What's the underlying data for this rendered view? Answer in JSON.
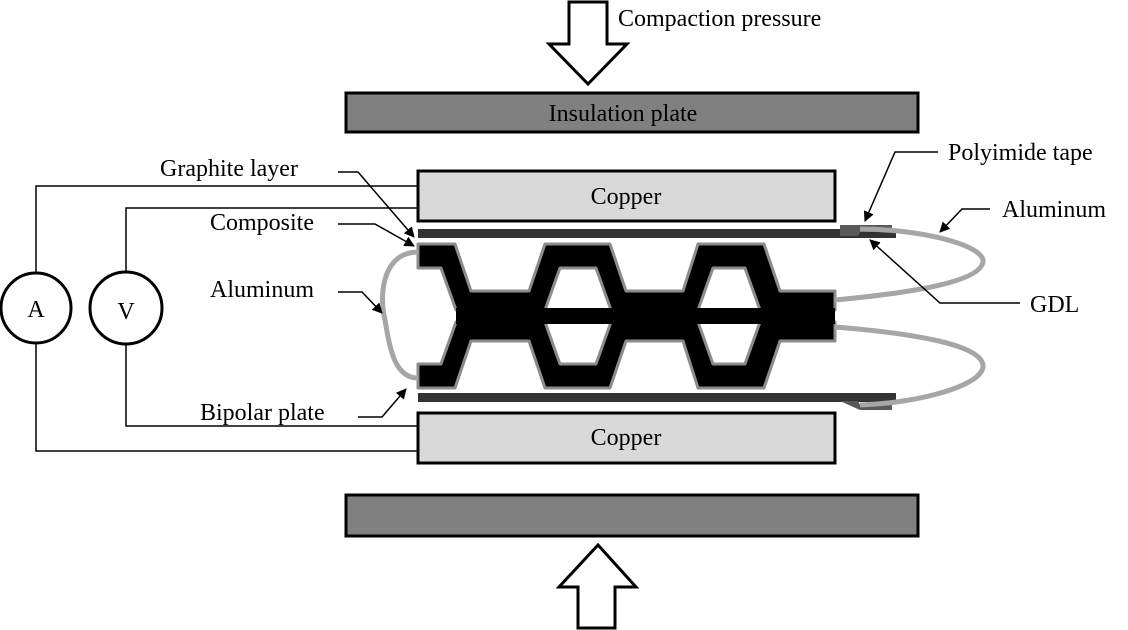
{
  "diagram": {
    "type": "test-setup schematic",
    "labels": {
      "compaction_pressure": "Compaction pressure",
      "insulation_plate": "Insulation plate",
      "copper_top": "Copper",
      "copper_bottom": "Copper",
      "graphite_layer": "Graphite layer",
      "composite": "Composite",
      "aluminum_left": "Aluminum",
      "bipolar_plate": "Bipolar plate",
      "polyimide_tape": "Polyimide tape",
      "aluminum_right": "Aluminum",
      "gdl": "GDL"
    },
    "meters": {
      "ammeter": "A",
      "voltmeter": "V"
    },
    "colors": {
      "insulation": "#808080",
      "copper": "#d9d9d9",
      "composite": "#000000",
      "graphite": "#8c8c8c",
      "gdl": "#333333",
      "aluminum": "#a6a6a6",
      "polyimide": "#595959",
      "outline": "#000000"
    }
  }
}
